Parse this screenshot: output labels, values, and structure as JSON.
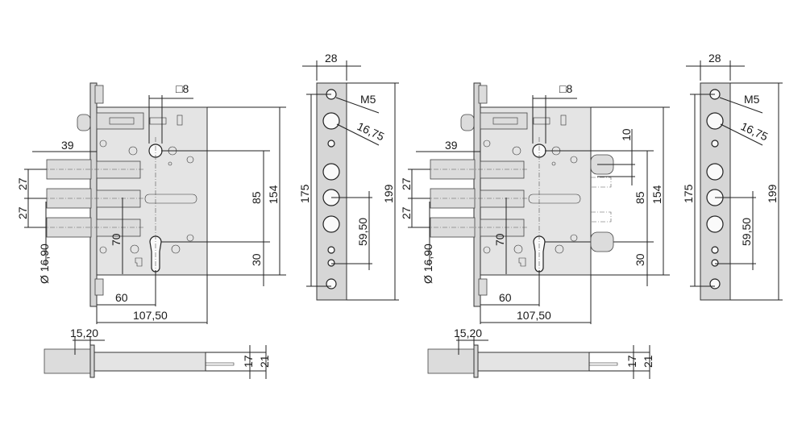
{
  "variants": [
    {
      "name": "lock-standard",
      "dims": {
        "square": "□8",
        "backset_bolt": "39",
        "bolt_pitch_1": "27",
        "bolt_pitch_2": "27",
        "bolt_dia": "Ø 16,90",
        "height_70": "70",
        "backset": "60",
        "depth": "107,50",
        "center_dist": "85",
        "case_height": "154",
        "cyl_offset": "30",
        "strip_width": "28",
        "strip_holes": "175",
        "strip_height": "199",
        "screw": "M5",
        "hole_dia": "16,75",
        "strip_pitch": "59,50",
        "side_front": "15,20",
        "side_17": "17",
        "side_21": "21"
      }
    },
    {
      "name": "lock-with-hinge-bolts",
      "dims": {
        "square": "□8",
        "backset_bolt": "39",
        "bolt_pitch_1": "27",
        "bolt_pitch_2": "27",
        "bolt_dia": "Ø 16,90",
        "height_70": "70",
        "backset": "60",
        "depth": "107,50",
        "center_dist": "85",
        "case_height": "154",
        "cyl_offset": "30",
        "strip_width": "28",
        "strip_holes": "175",
        "strip_height": "199",
        "screw": "M5",
        "hole_dia": "16,75",
        "strip_pitch": "59,50",
        "side_front": "15,20",
        "side_17": "17",
        "side_21": "21",
        "hinge_offset": "10"
      }
    }
  ]
}
